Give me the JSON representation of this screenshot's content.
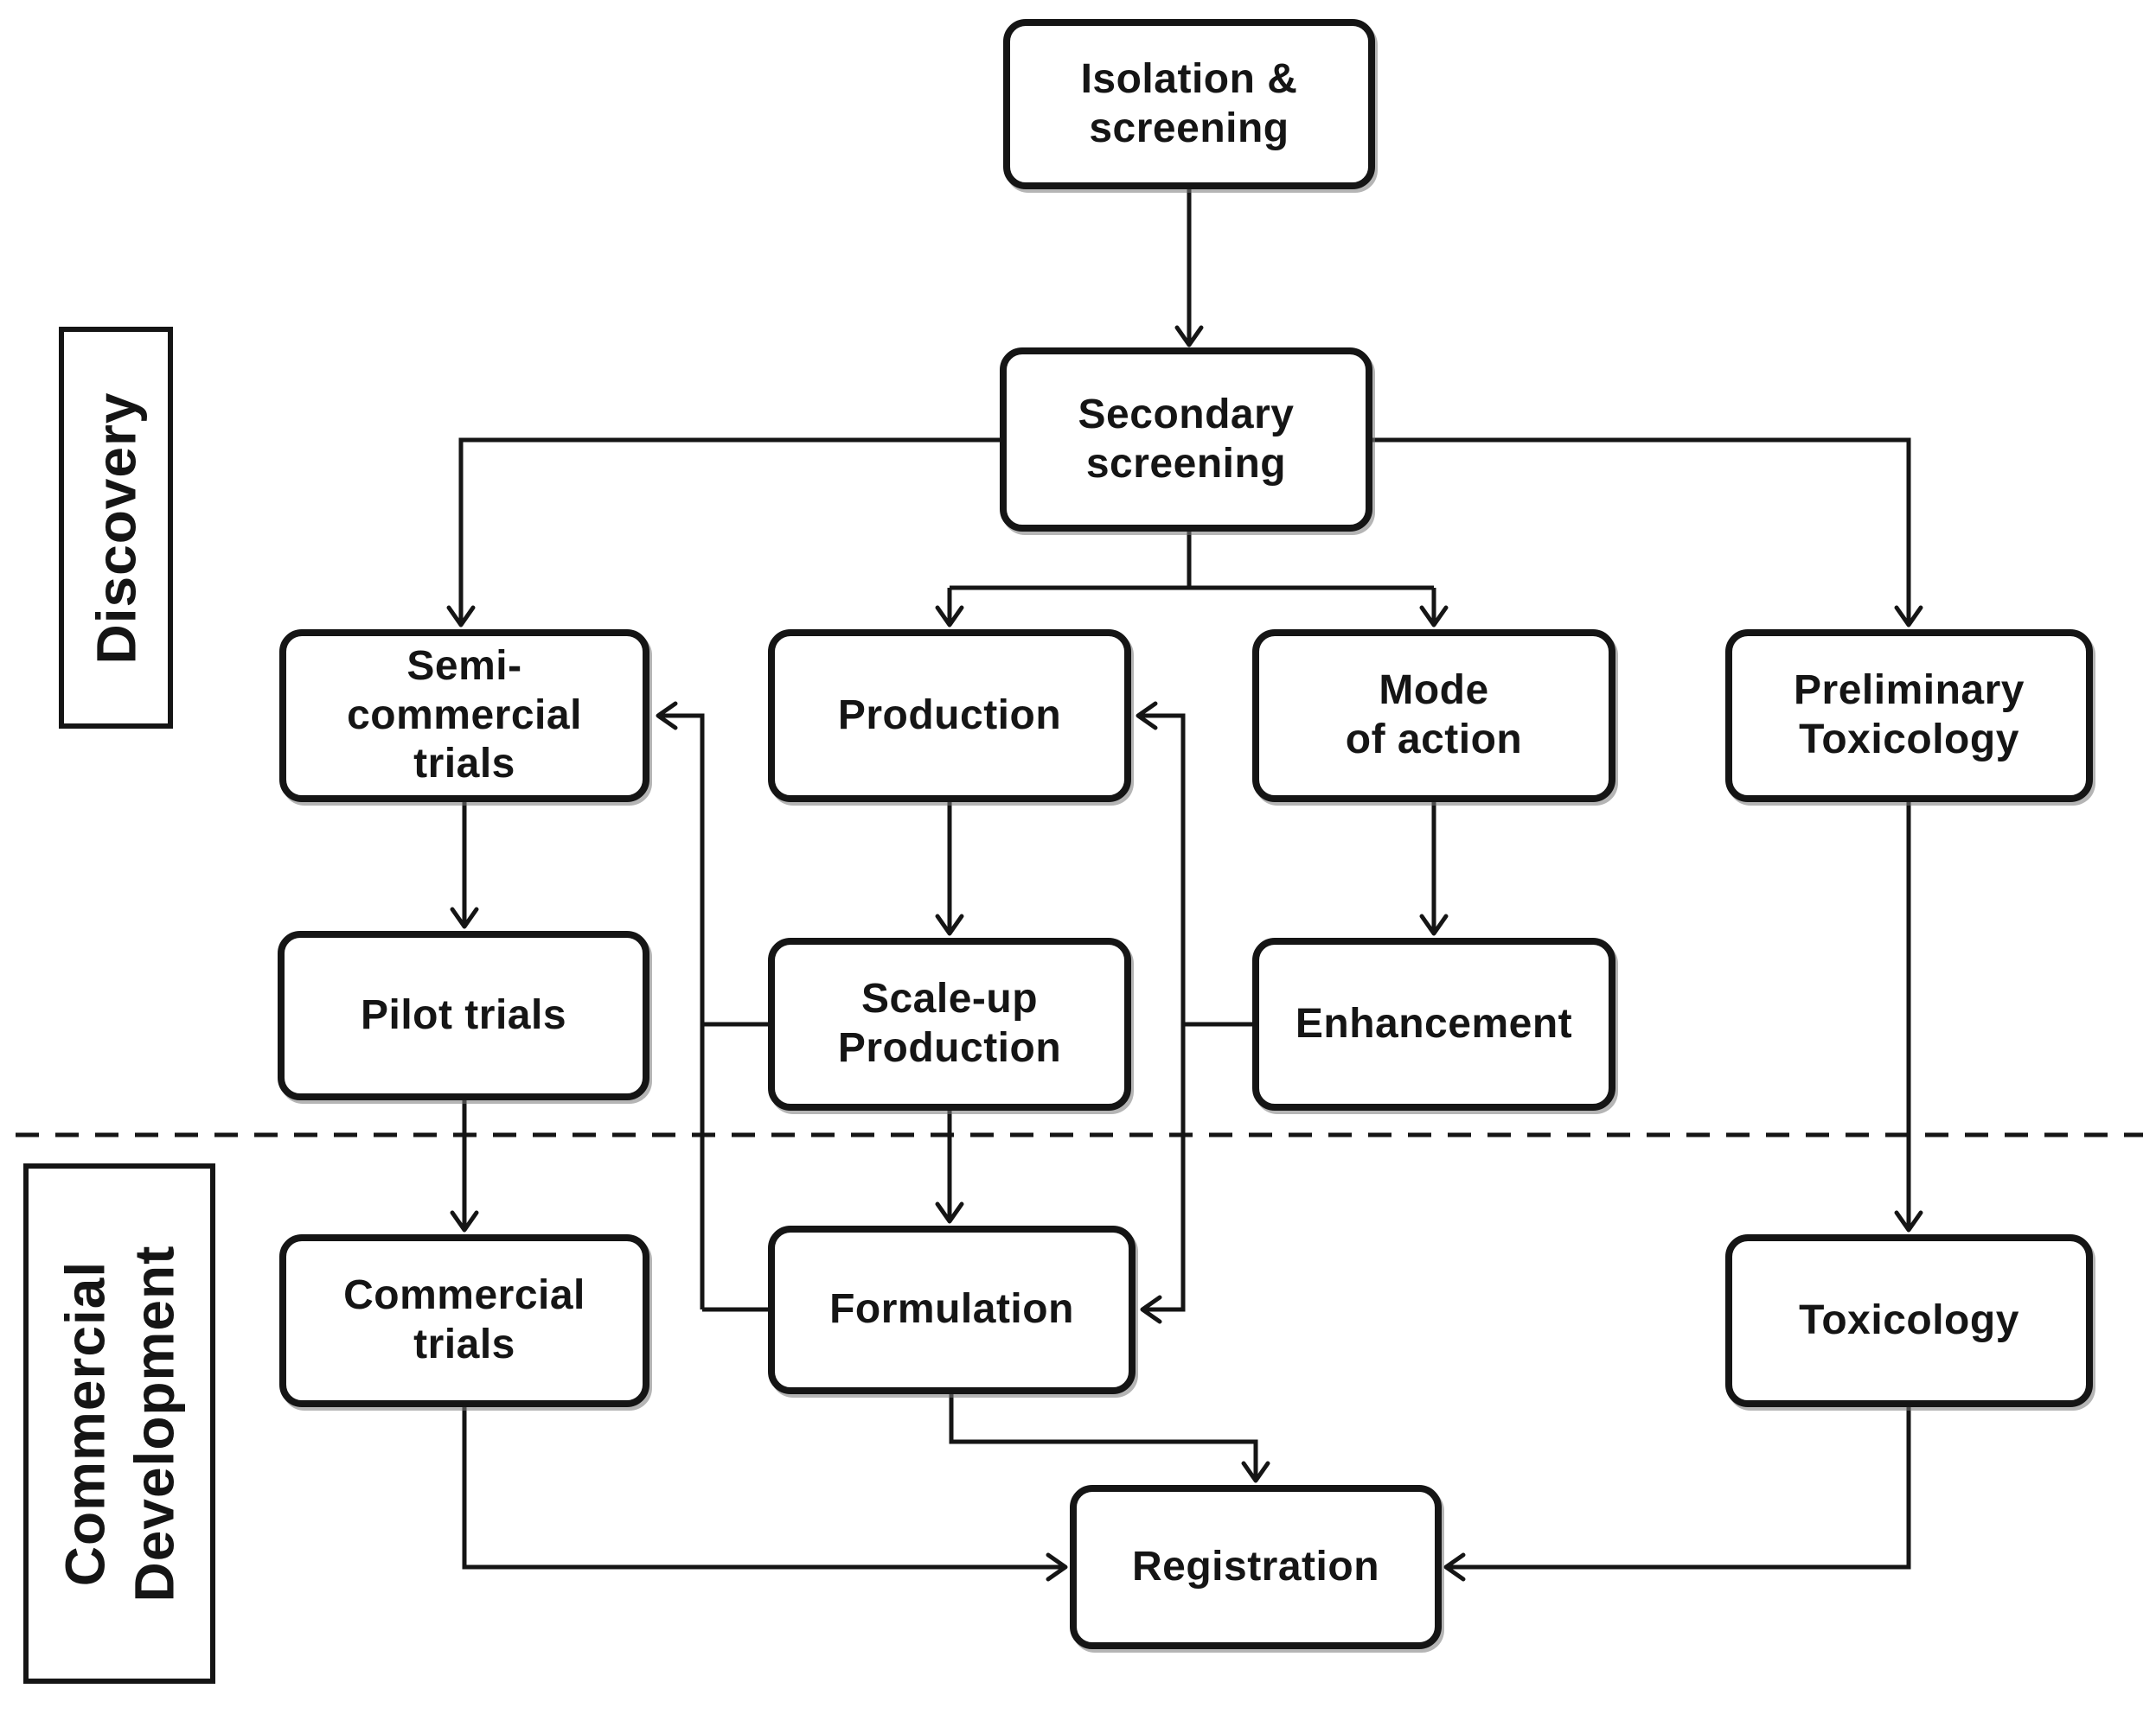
{
  "figure": {
    "type": "flowchart",
    "background_color": "#ffffff",
    "stroke_color": "#151515",
    "phases": {
      "discovery": {
        "label": "Discovery"
      },
      "commercial_development": {
        "label": [
          "Commercial",
          "Development"
        ]
      }
    },
    "nodes": {
      "isolation_screening": {
        "label": [
          "Isolation  &",
          "screening"
        ]
      },
      "secondary_screening": {
        "label": [
          "Secondary",
          "screening"
        ]
      },
      "semi_commercial_trials": {
        "label": [
          "Semi-",
          "commercial",
          "trials"
        ]
      },
      "production": {
        "label": [
          "Production"
        ]
      },
      "mode_of_action": {
        "label": [
          "Mode",
          "of action"
        ]
      },
      "preliminary_toxicology": {
        "label": [
          "Preliminary",
          "Toxicology"
        ]
      },
      "pilot_trials": {
        "label": [
          "Pilot trials"
        ]
      },
      "scale_up_production": {
        "label": [
          "Scale-up",
          "Production"
        ]
      },
      "enhancement": {
        "label": [
          "Enhancement"
        ]
      },
      "commercial_trials": {
        "label": [
          "Commercial",
          "trials"
        ]
      },
      "formulation": {
        "label": [
          "Formulation"
        ]
      },
      "toxicology": {
        "label": [
          "Toxicology"
        ]
      },
      "registration": {
        "label": [
          "Registration"
        ]
      }
    },
    "edges": [
      {
        "from": "isolation_screening",
        "to": "secondary_screening"
      },
      {
        "from": "secondary_screening",
        "to": "semi_commercial_trials"
      },
      {
        "from": "secondary_screening",
        "to": "production"
      },
      {
        "from": "secondary_screening",
        "to": "mode_of_action"
      },
      {
        "from": "secondary_screening",
        "to": "preliminary_toxicology"
      },
      {
        "from": "semi_commercial_trials",
        "to": "pilot_trials"
      },
      {
        "from": "production",
        "to": "scale_up_production"
      },
      {
        "from": "mode_of_action",
        "to": "enhancement"
      },
      {
        "from": "preliminary_toxicology",
        "to": "toxicology"
      },
      {
        "from": "pilot_trials",
        "to": "commercial_trials"
      },
      {
        "from": "scale_up_production",
        "to": "formulation"
      },
      {
        "from": "scale_up_production",
        "to": "semi_commercial_trials"
      },
      {
        "from": "formulation",
        "to": "semi_commercial_trials"
      },
      {
        "from": "enhancement",
        "to": "production"
      },
      {
        "from": "enhancement",
        "to": "formulation"
      },
      {
        "from": "formulation",
        "to": "registration"
      },
      {
        "from": "commercial_trials",
        "to": "registration"
      },
      {
        "from": "toxicology",
        "to": "registration"
      }
    ]
  }
}
